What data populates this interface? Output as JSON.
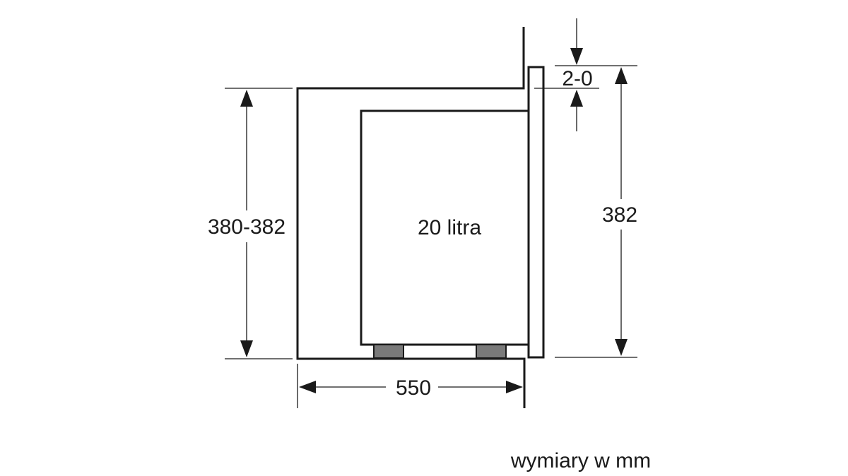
{
  "diagram": {
    "labels": {
      "height_cabinet": "380-382",
      "height_device": "382",
      "gap": "2-0",
      "depth": "550",
      "capacity": "20 litra",
      "units_note": "wymiary w mm"
    },
    "colors": {
      "line": "#1a1a1a",
      "feet": "#7a7a7a"
    }
  }
}
